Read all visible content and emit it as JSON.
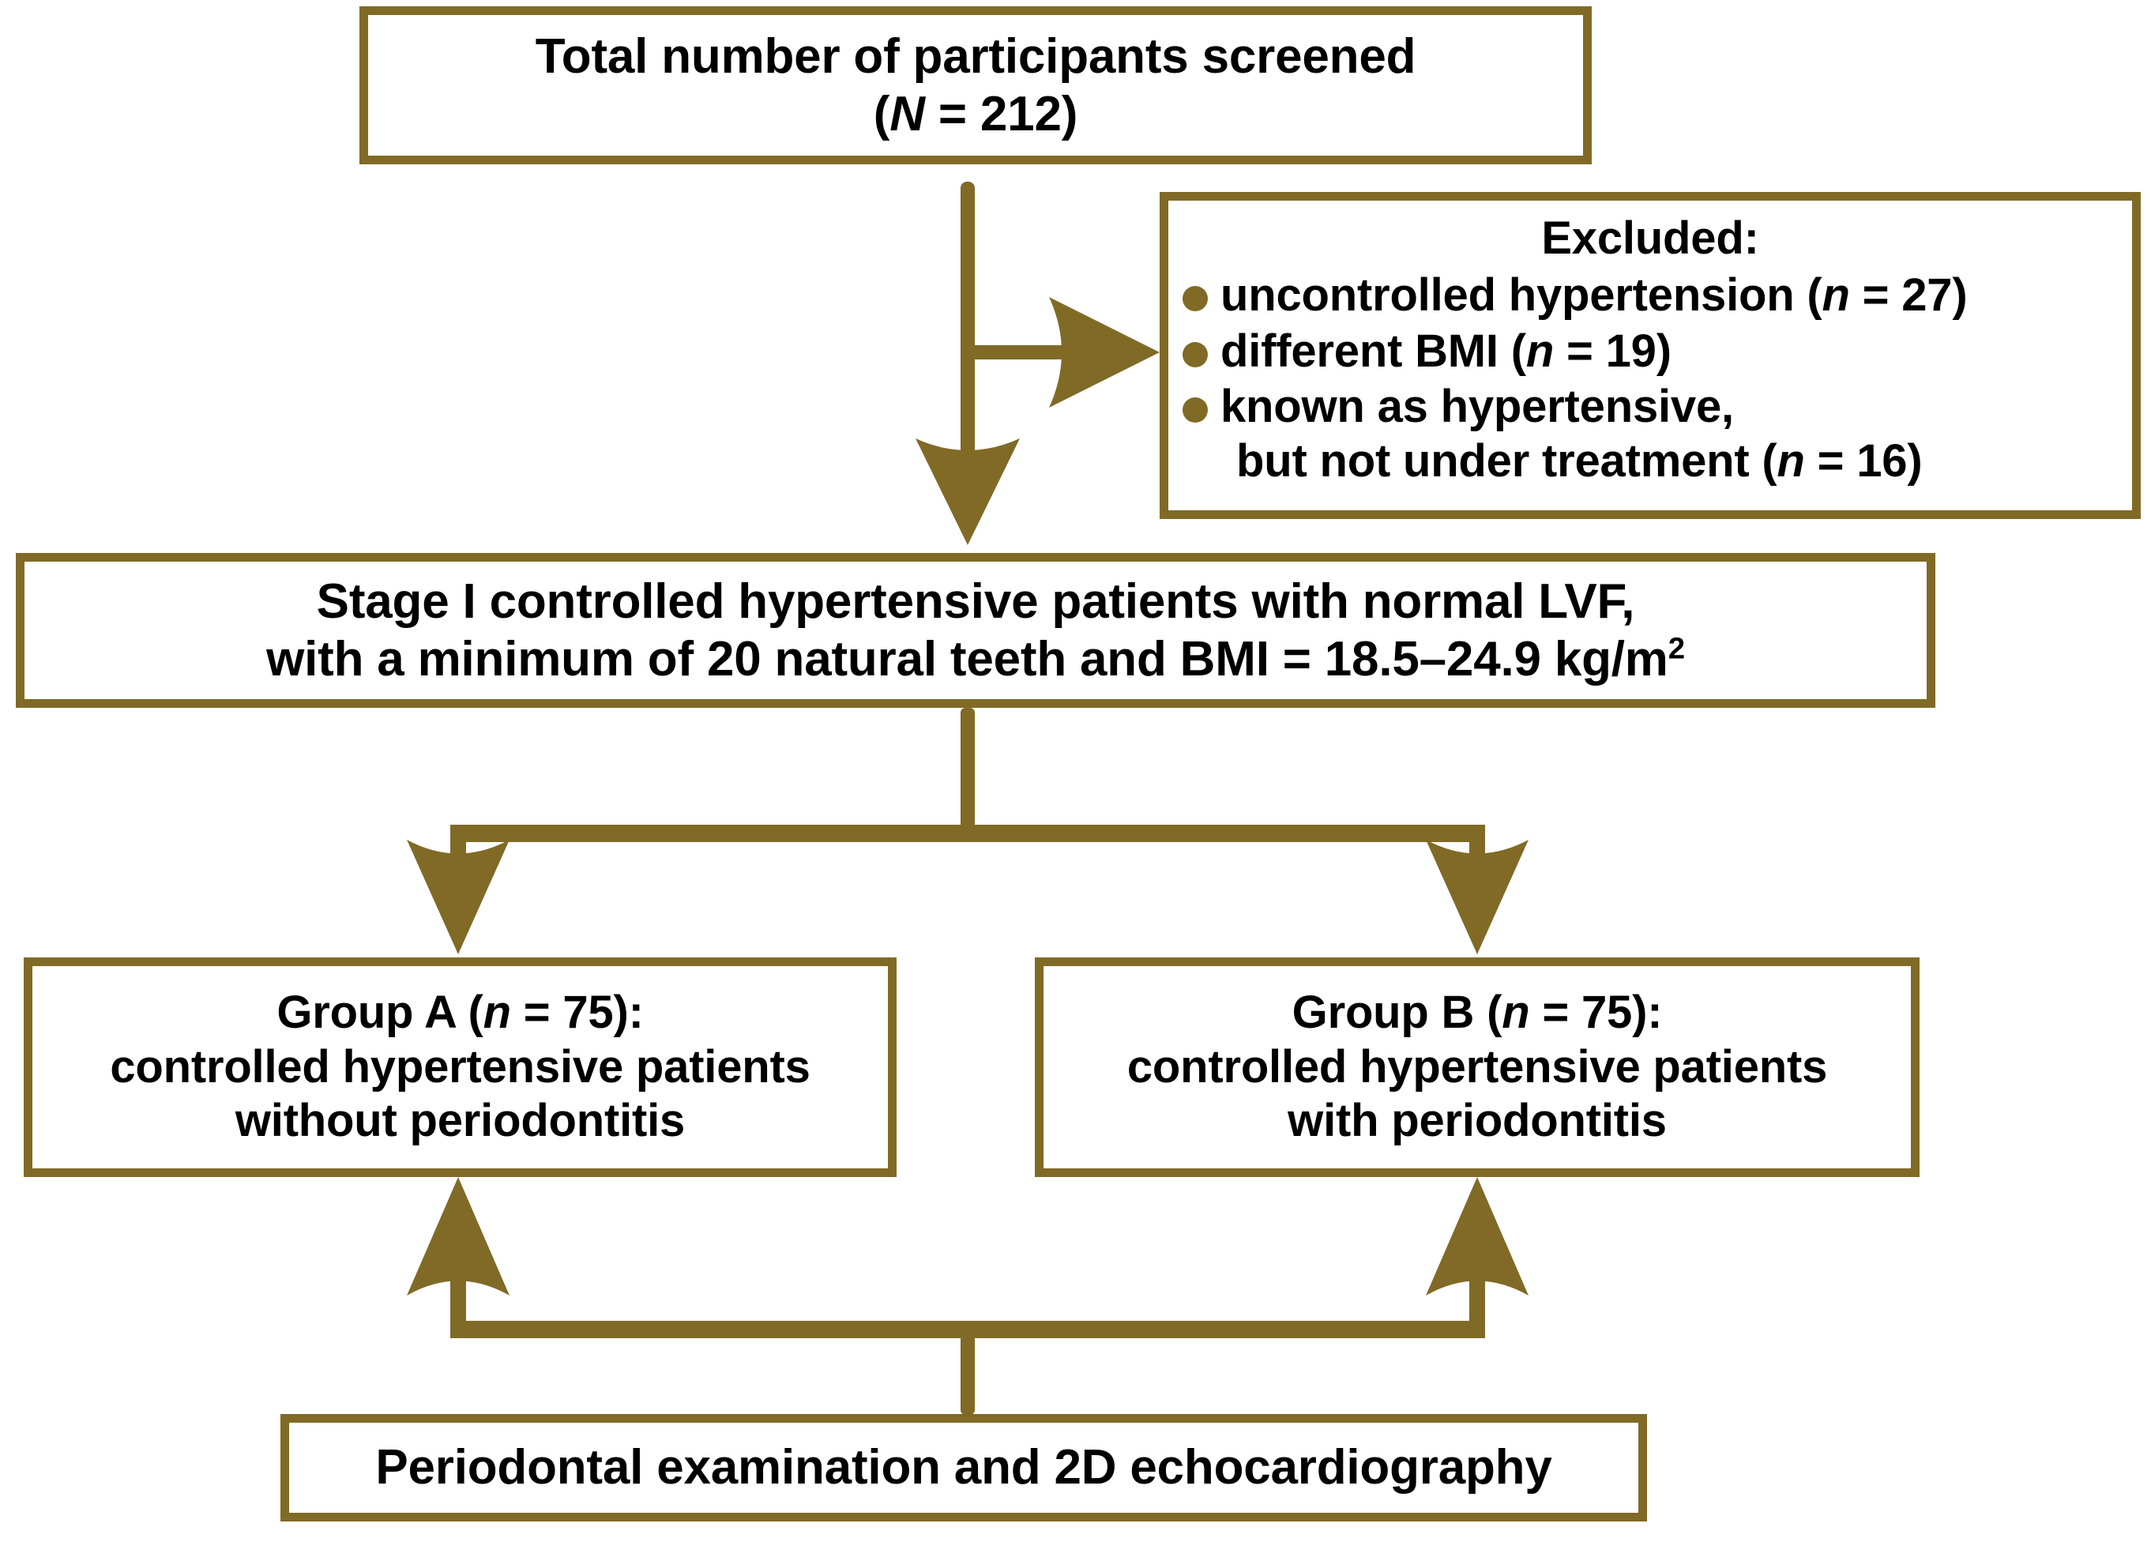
{
  "diagram": {
    "title": "Participant screening and group allocation flowchart",
    "accent_color": "#806A26",
    "text_color": "#000000",
    "background_color": "#FFFFFF",
    "boxes": {
      "screened": {
        "line1": "Total number of participants screened",
        "line2_prefix": "(",
        "line2_italic": "N",
        "line2_suffix": " = 212)"
      },
      "excluded": {
        "title": "Excluded:",
        "items": [
          {
            "text": "uncontrolled hypertension (",
            "italic": "n",
            "tail": " = 27)"
          },
          {
            "text": "different BMI (",
            "italic": "n",
            "tail": " = 19)"
          },
          {
            "text": "known as hypertensive,",
            "second_line": "but not under treatment (",
            "italic": "n",
            "tail": " = 16)"
          }
        ]
      },
      "stage": {
        "line1": "Stage I controlled hypertensive patients with normal LVF,",
        "line2_a": "with a minimum of 20 natural teeth and BMI = 18.5–24.9 kg/m",
        "line2_sup": "2"
      },
      "group_a": {
        "heading_prefix": "Group A (",
        "heading_italic": "n",
        "heading_suffix": " = 75):",
        "line2": "controlled hypertensive patients",
        "line3": "without periodontitis"
      },
      "group_b": {
        "heading_prefix": "Group B (",
        "heading_italic": "n",
        "heading_suffix": " = 75):",
        "line2": "controlled hypertensive patients",
        "line3": "with periodontitis"
      },
      "exam": {
        "line1": "Periodontal examination and 2D echocardiography"
      }
    },
    "connectors": [
      {
        "name": "screened-to-stage",
        "direction": "down"
      },
      {
        "name": "screened-to-excluded",
        "direction": "right"
      },
      {
        "name": "stage-to-group-a",
        "direction": "down-left"
      },
      {
        "name": "stage-to-group-b",
        "direction": "down-right"
      },
      {
        "name": "exam-to-group-a",
        "direction": "up-left"
      },
      {
        "name": "exam-to-group-b",
        "direction": "up-right"
      }
    ]
  }
}
